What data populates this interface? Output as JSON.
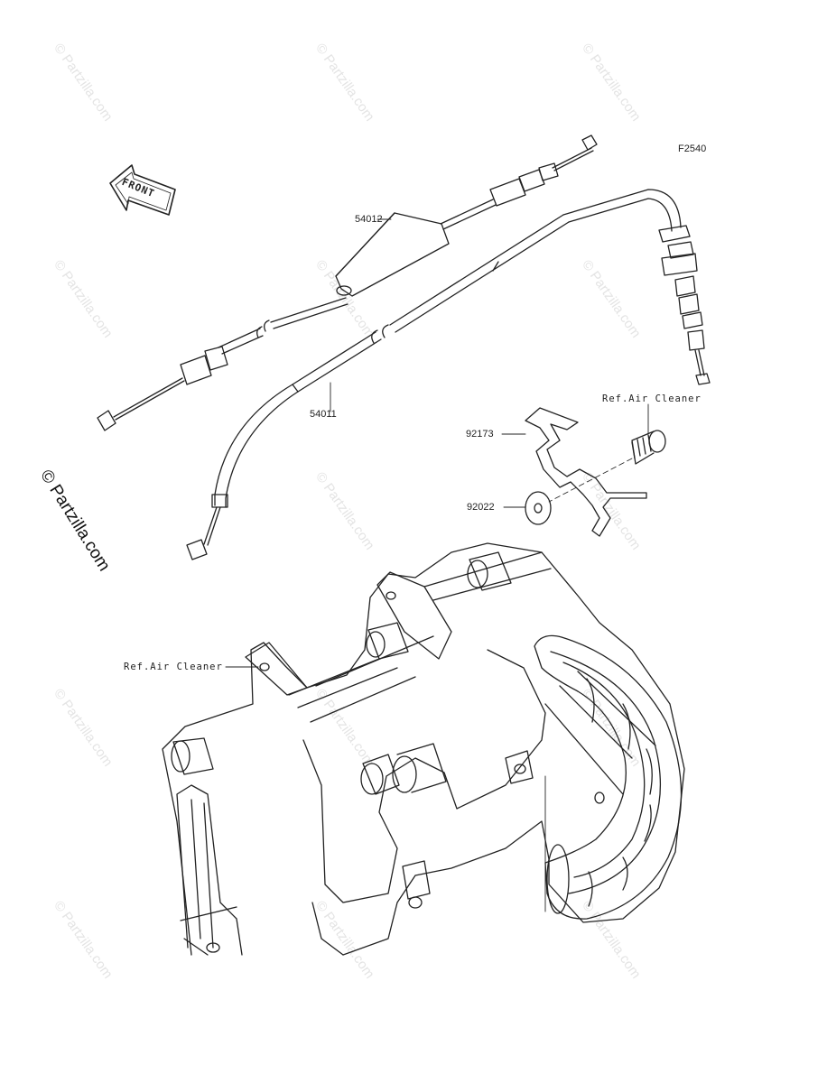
{
  "diagram": {
    "figure_code": "F2540",
    "front_label": "FRONT",
    "parts": {
      "throttle_cable_open": "54012",
      "throttle_cable_close": "54011",
      "clamp": "92173",
      "washer": "92022"
    },
    "ref_labels": {
      "upper": "Ref.Air Cleaner",
      "lower": "Ref.Air Cleaner"
    }
  },
  "watermark": {
    "text": "© Partzilla.com",
    "side_text": "© Partzilla.com"
  },
  "colors": {
    "line": "#222222",
    "watermark": "#e4e4e4",
    "background": "#ffffff"
  }
}
